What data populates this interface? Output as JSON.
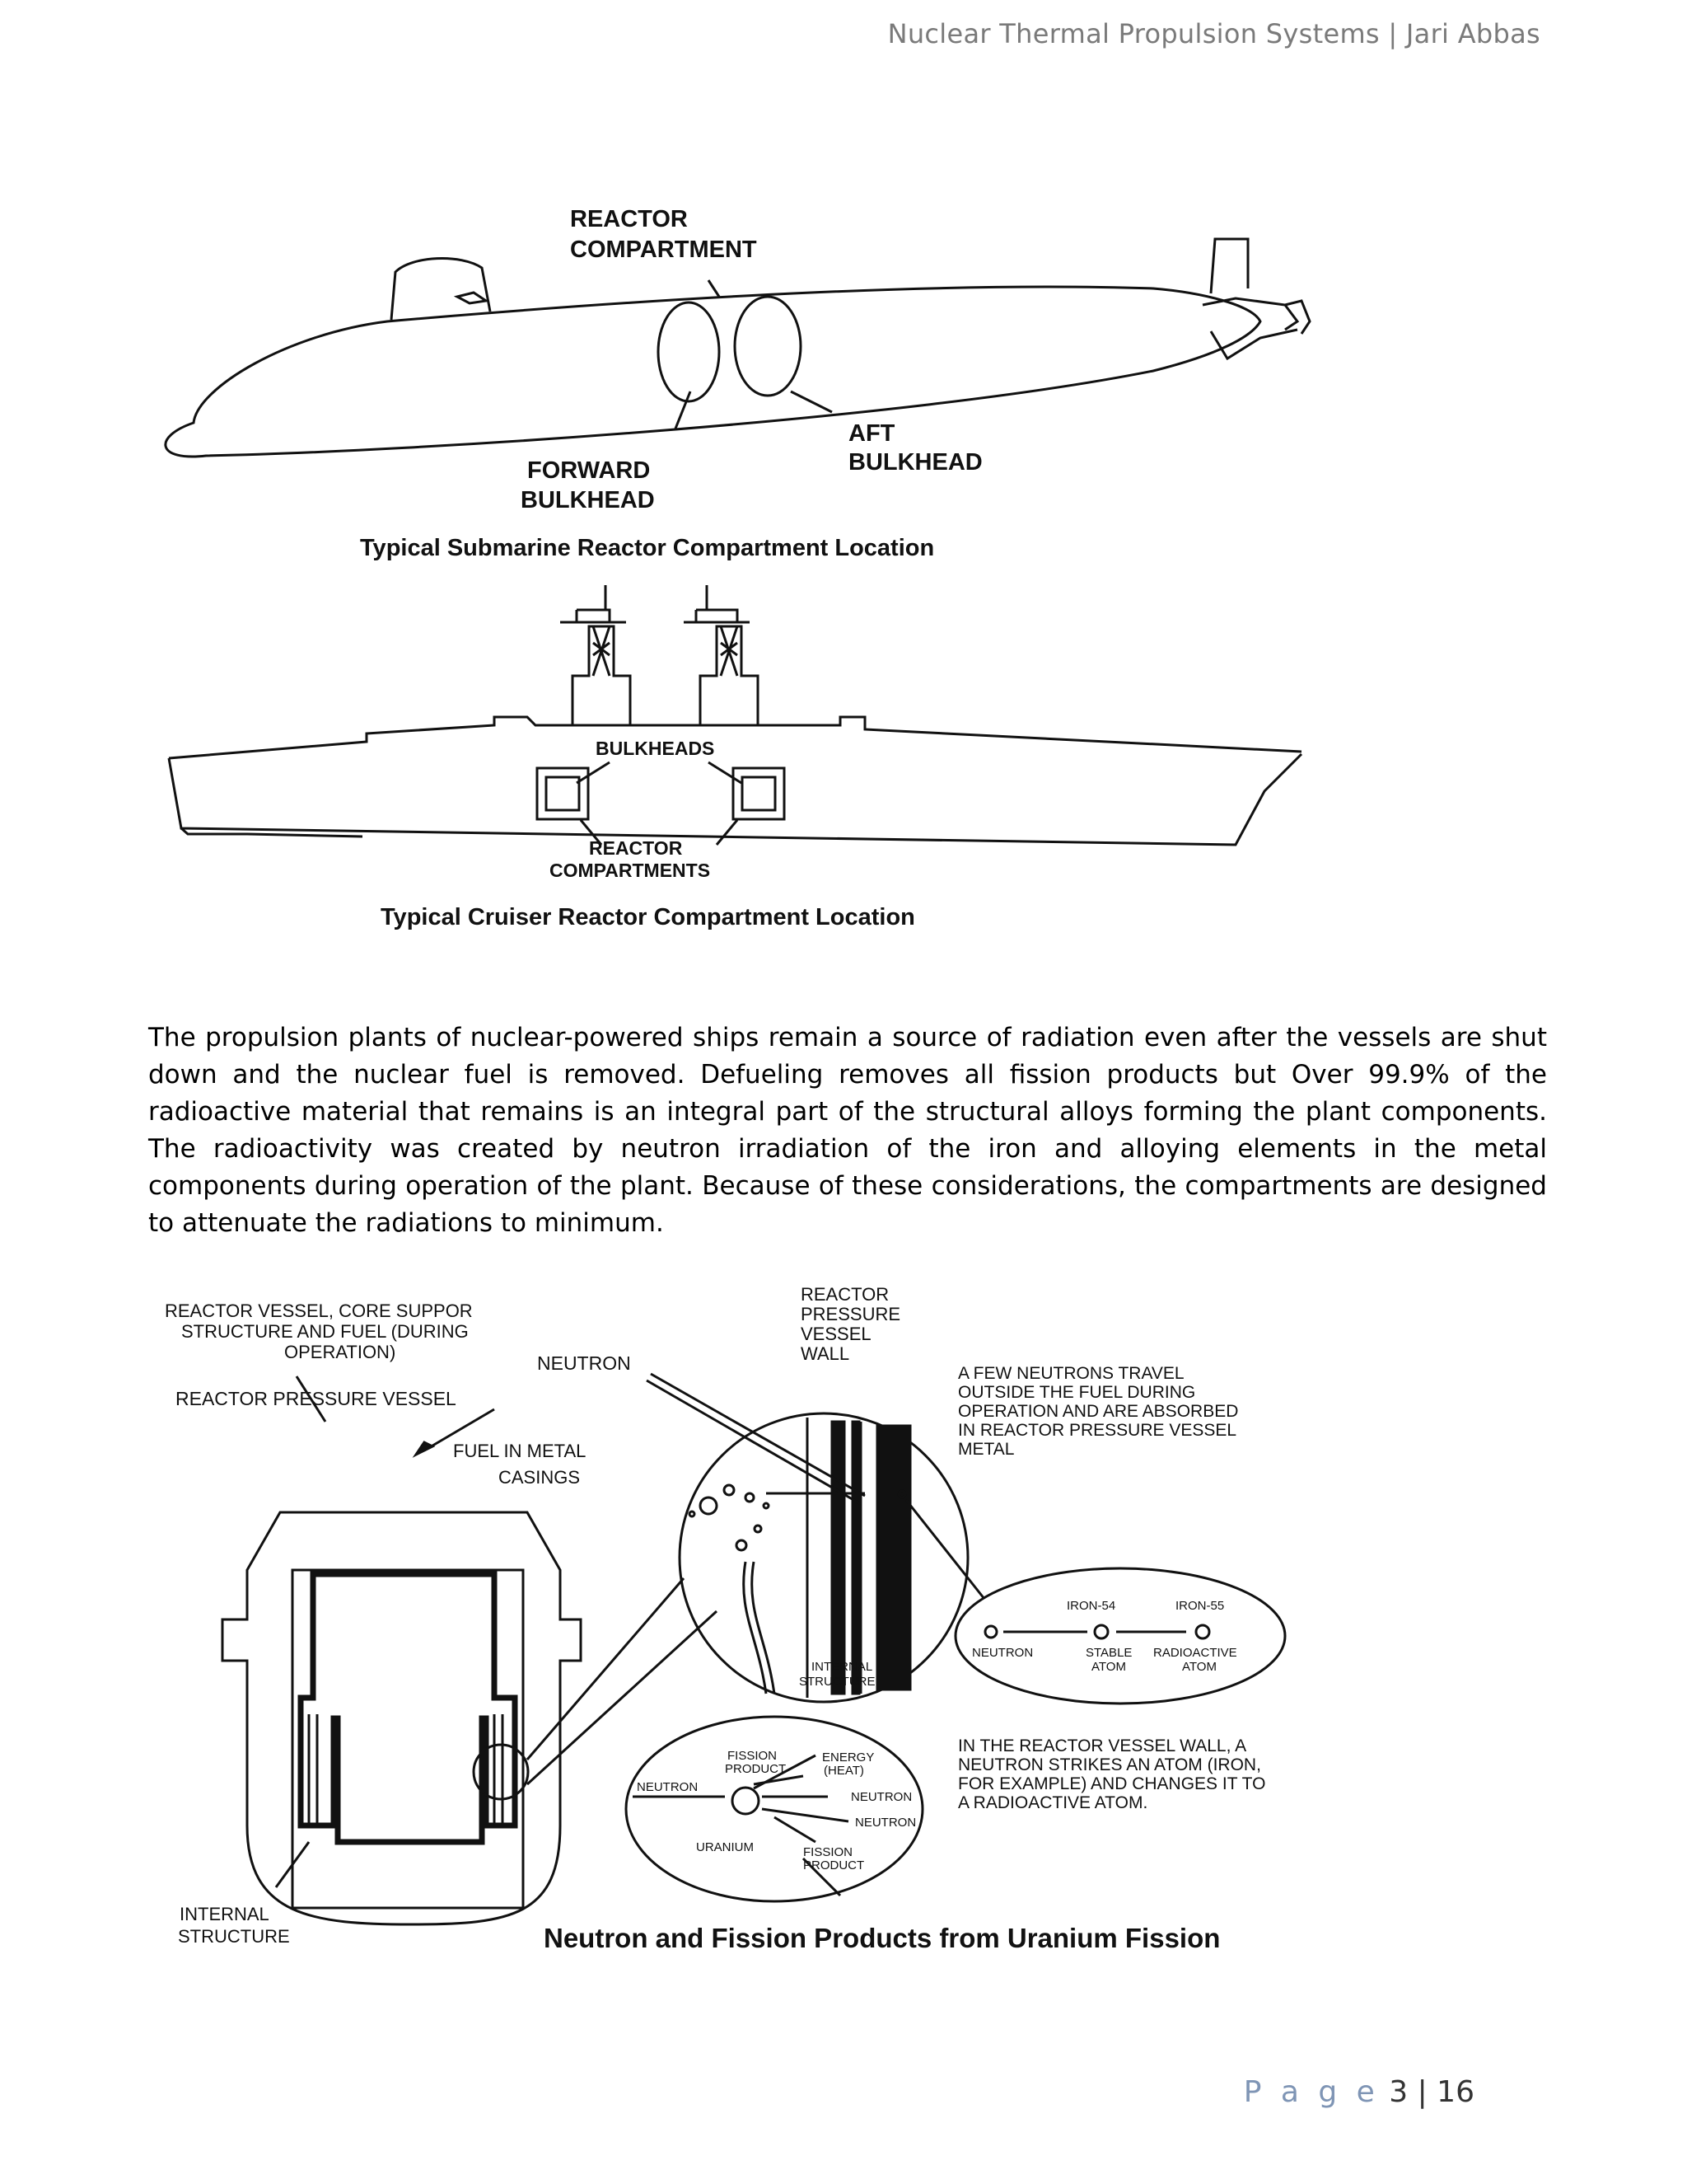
{
  "header": {
    "title": "Nuclear Thermal Propulsion Systems | Jari Abbas"
  },
  "figure1": {
    "labels": {
      "reactor_compartment_1": "REACTOR",
      "reactor_compartment_2": "COMPARTMENT",
      "forward_bulkhead_1": "FORWARD",
      "forward_bulkhead_2": "BULKHEAD",
      "aft_bulkhead_1": "AFT",
      "aft_bulkhead_2": "BULKHEAD"
    },
    "caption": "Typical Submarine Reactor Compartment Location"
  },
  "figure2": {
    "labels": {
      "bulkheads": "BULKHEADS",
      "reactor_compartments_1": "REACTOR",
      "reactor_compartments_2": "COMPARTMENTS"
    },
    "caption": "Typical Cruiser Reactor Compartment Location"
  },
  "paragraph": "The propulsion plants of nuclear-powered ships remain a source of radiation even after the vessels are shut down and the nuclear fuel is removed. Defueling removes all fission products but Over 99.9% of the radioactive material that remains is an integral part of the structural alloys forming the plant components. The radioactivity was created by neutron irradiation of the iron and alloying elements in the metal components during operation of the plant. Because of these considerations, the compartments are designed to attenuate the radiations to  minimum.",
  "figure3": {
    "labels": {
      "vessel_core_1": "REACTOR VESSEL, CORE SUPPOR",
      "vessel_core_2": "STRUCTURE AND FUEL (DURING",
      "vessel_core_3": "OPERATION)",
      "pressure_vessel": "REACTOR PRESSURE VESSEL",
      "neutron": "NEUTRON",
      "fuel_1": "FUEL IN METAL",
      "fuel_2": "CASINGS",
      "wall_1": "REACTOR",
      "wall_2": "PRESSURE",
      "wall_3": "VESSEL",
      "wall_4": "WALL",
      "few_1": "A FEW NEUTRONS TRAVEL",
      "few_2": "OUTSIDE THE FUEL DURING",
      "few_3": "OPERATION AND ARE ABSORBED",
      "few_4": "IN REACTOR PRESSURE VESSEL",
      "few_5": "METAL",
      "iron54": "IRON-54",
      "iron55": "IRON-55",
      "neutron_small": "NEUTRON",
      "stable_1": "STABLE",
      "stable_2": "ATOM",
      "radio_1": "RADIOACTIVE",
      "radio_2": "ATOM",
      "internal_small_1": "INTERNAL",
      "internal_small_2": "STRUCTURE",
      "strike_1": "IN THE REACTOR VESSEL WALL, A",
      "strike_2": "NEUTRON STRIKES AN ATOM (IRON,",
      "strike_3": "FOR EXAMPLE) AND CHANGES IT TO",
      "strike_4": "A RADIOACTIVE ATOM.",
      "fission_prod_1": "FISSION",
      "fission_prod_2": "PRODUCT",
      "energy_1": "ENERGY",
      "energy_2": "(HEAT)",
      "neutron_in": "NEUTRON",
      "neutron_out_1": "NEUTRON",
      "neutron_out_2": "NEUTRON",
      "uranium": "URANIUM",
      "fission_prod_3": "FISSION",
      "fission_prod_4": "PRODUCT",
      "internal_1": "INTERNAL",
      "internal_2": "STRUCTURE"
    },
    "caption": "Neutron and Fission Products from Uranium Fission"
  },
  "footer": {
    "page_word": "P a g e",
    "page_num": "3 | 16"
  }
}
